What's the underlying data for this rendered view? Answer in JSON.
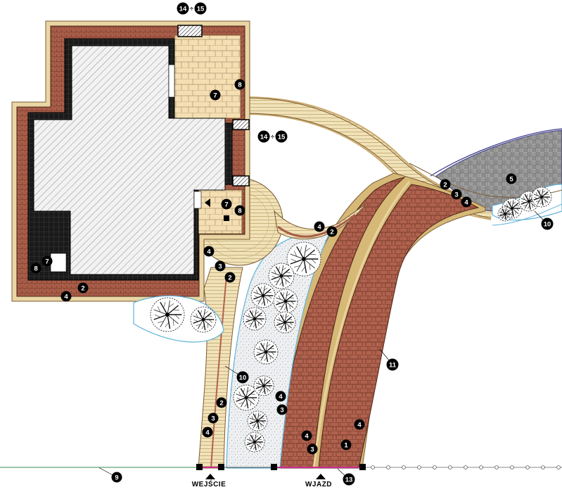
{
  "plan": {
    "labels": {
      "entrance": "WEJŚCIE",
      "driveway": "WJAZD"
    },
    "markers": [
      {
        "id": "m-1",
        "text": "1"
      },
      {
        "id": "m-2a",
        "text": "2"
      },
      {
        "id": "m-2b",
        "text": "2"
      },
      {
        "id": "m-2c",
        "text": "2"
      },
      {
        "id": "m-2d",
        "text": "2"
      },
      {
        "id": "m-2e",
        "text": "2"
      },
      {
        "id": "m-3a",
        "text": "3"
      },
      {
        "id": "m-3b",
        "text": "3"
      },
      {
        "id": "m-3c",
        "text": "3"
      },
      {
        "id": "m-3d",
        "text": "3"
      },
      {
        "id": "m-3e",
        "text": "3"
      },
      {
        "id": "m-4a",
        "text": "4"
      },
      {
        "id": "m-4b",
        "text": "4"
      },
      {
        "id": "m-4c",
        "text": "4"
      },
      {
        "id": "m-4d",
        "text": "4"
      },
      {
        "id": "m-4e",
        "text": "4"
      },
      {
        "id": "m-4f",
        "text": "4"
      },
      {
        "id": "m-4g",
        "text": "4"
      },
      {
        "id": "m-4h",
        "text": "4"
      },
      {
        "id": "m-5",
        "text": "5"
      },
      {
        "id": "m-7a",
        "text": "7"
      },
      {
        "id": "m-7b",
        "text": "7"
      },
      {
        "id": "m-7c",
        "text": "7"
      },
      {
        "id": "m-8a",
        "text": "8"
      },
      {
        "id": "m-8b",
        "text": "8"
      },
      {
        "id": "m-8c",
        "text": "8"
      },
      {
        "id": "m-9",
        "text": "9"
      },
      {
        "id": "m-10a",
        "text": "10"
      },
      {
        "id": "m-10b",
        "text": "10"
      },
      {
        "id": "m-11",
        "text": "11"
      },
      {
        "id": "m-13",
        "text": "13"
      }
    ],
    "double_markers": [
      {
        "id": "dm-a",
        "left": "14",
        "sep": "÷",
        "right": "15"
      },
      {
        "id": "dm-b",
        "left": "14",
        "sep": "÷",
        "right": "15"
      }
    ]
  }
}
